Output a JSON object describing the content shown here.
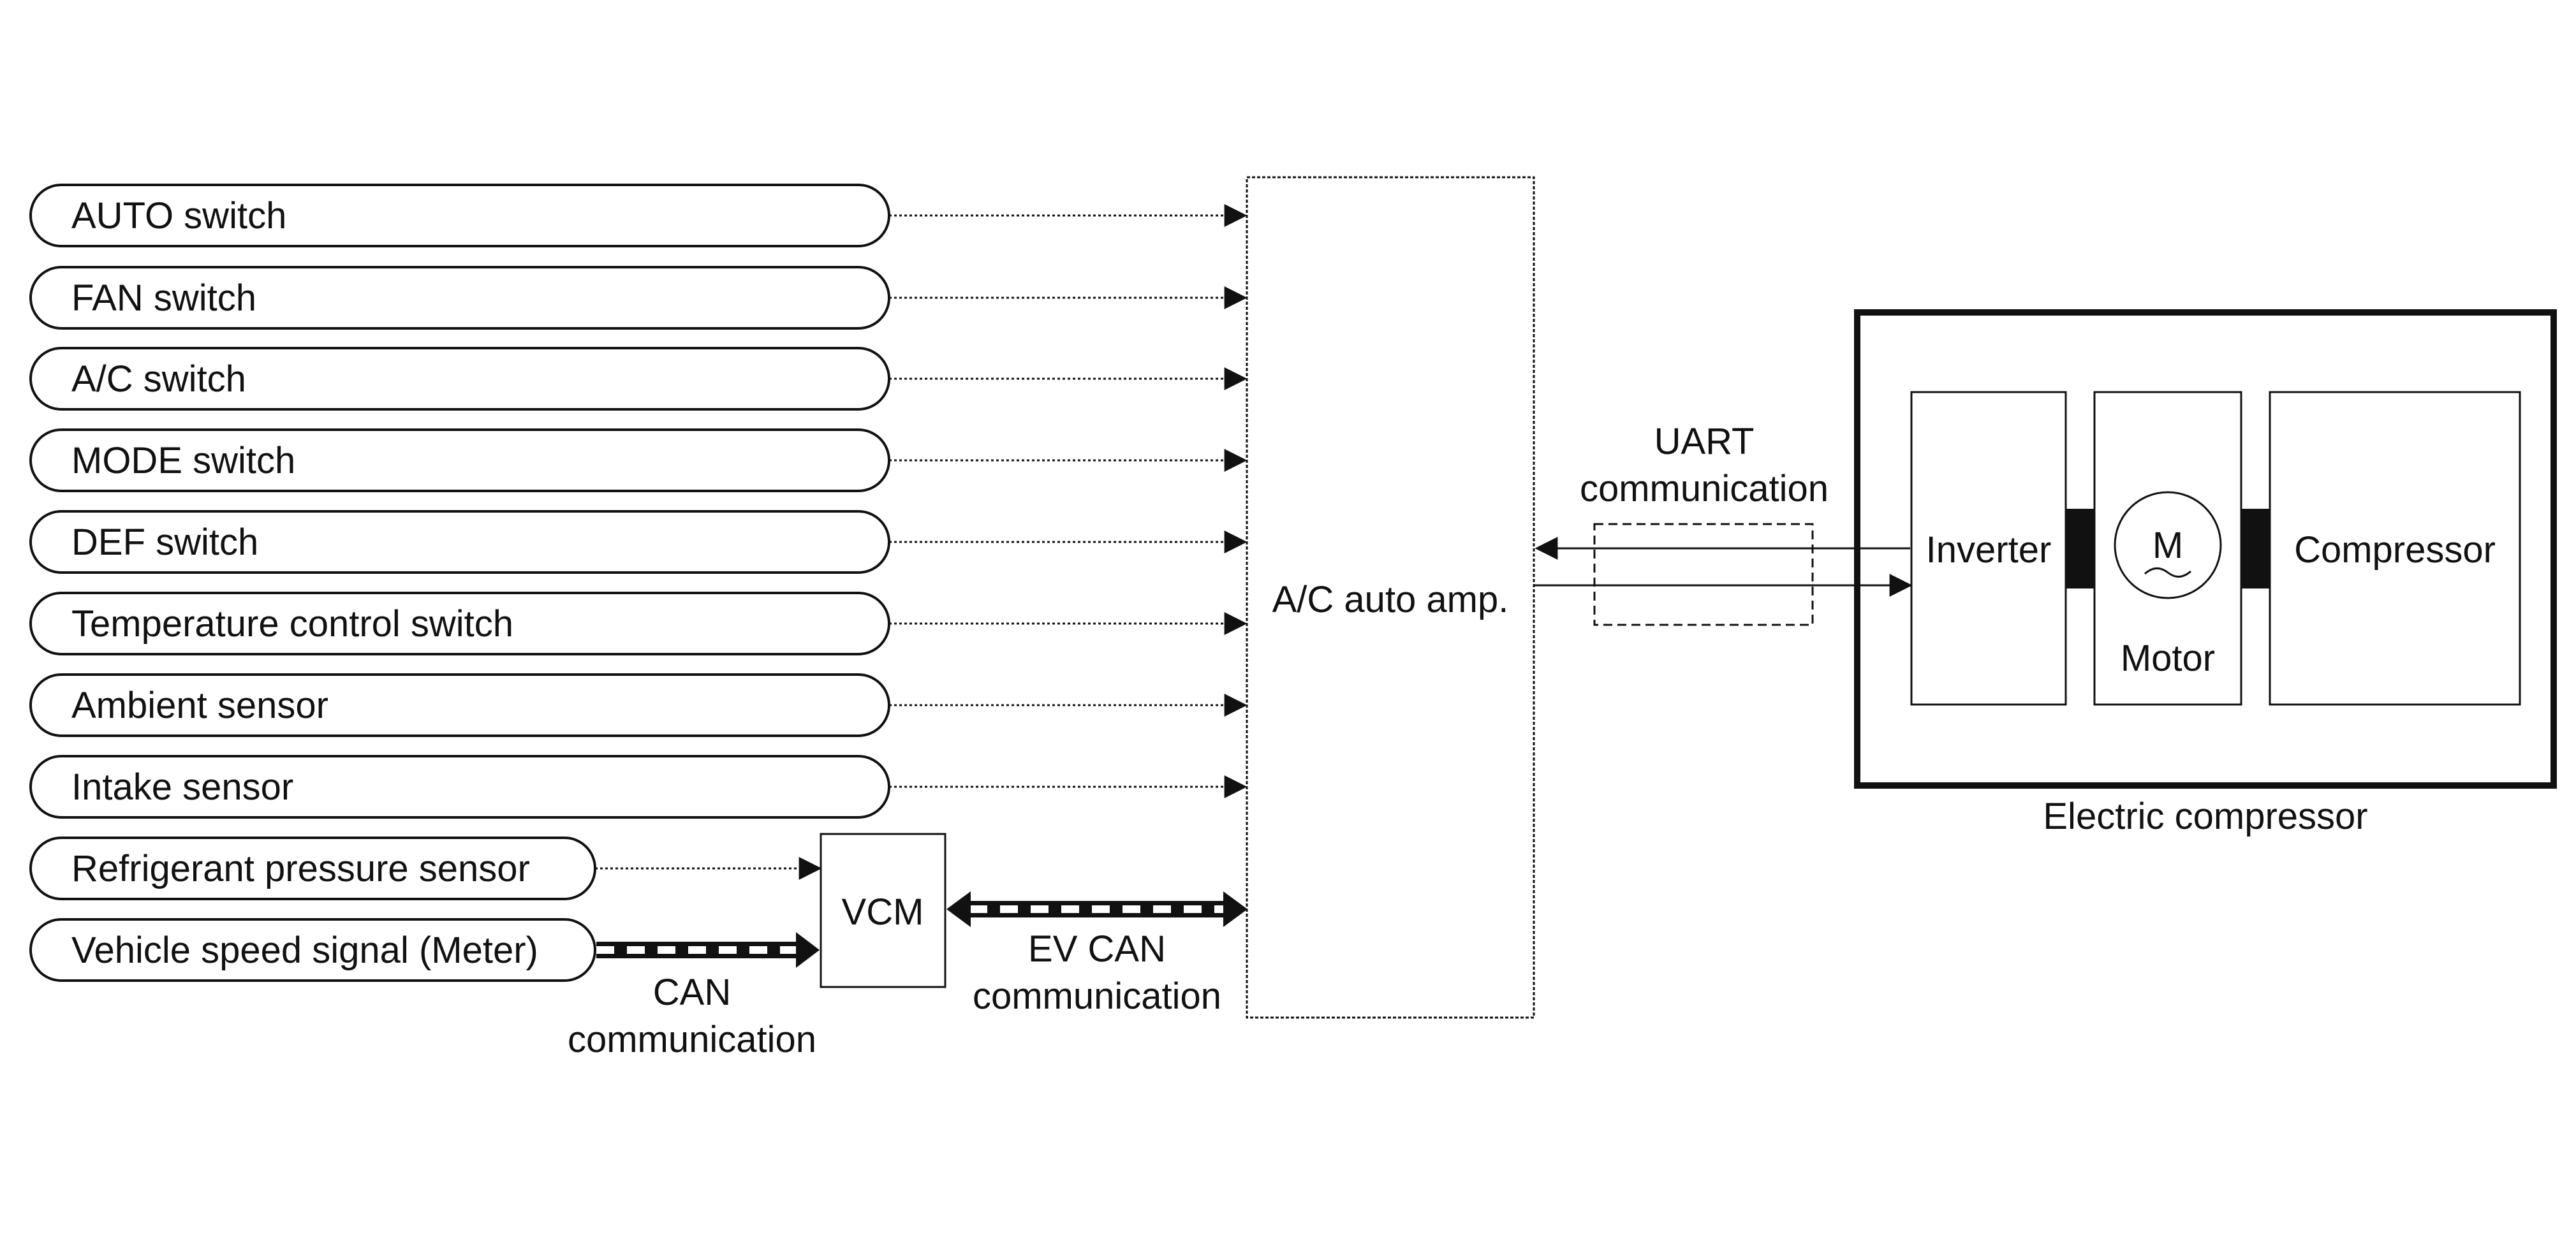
{
  "inputs": [
    {
      "label": "AUTO switch"
    },
    {
      "label": "FAN switch"
    },
    {
      "label": "A/C switch"
    },
    {
      "label": "MODE switch"
    },
    {
      "label": "DEF switch"
    },
    {
      "label": "Temperature control switch"
    },
    {
      "label": "Ambient sensor"
    },
    {
      "label": "Intake sensor"
    },
    {
      "label": "Refrigerant pressure sensor"
    },
    {
      "label": "Vehicle speed signal (Meter)"
    }
  ],
  "vcm": {
    "label": "VCM"
  },
  "amp": {
    "label": "A/C auto amp."
  },
  "can": {
    "line1": "CAN",
    "line2": "communication"
  },
  "ev_can": {
    "line1": "EV CAN",
    "line2": "communication"
  },
  "uart": {
    "line1": "UART",
    "line2": "communication"
  },
  "compressor_unit": {
    "label": "Electric compressor",
    "inverter": "Inverter",
    "motor_symbol": "M",
    "motor": "Motor",
    "compressor": "Compressor"
  }
}
